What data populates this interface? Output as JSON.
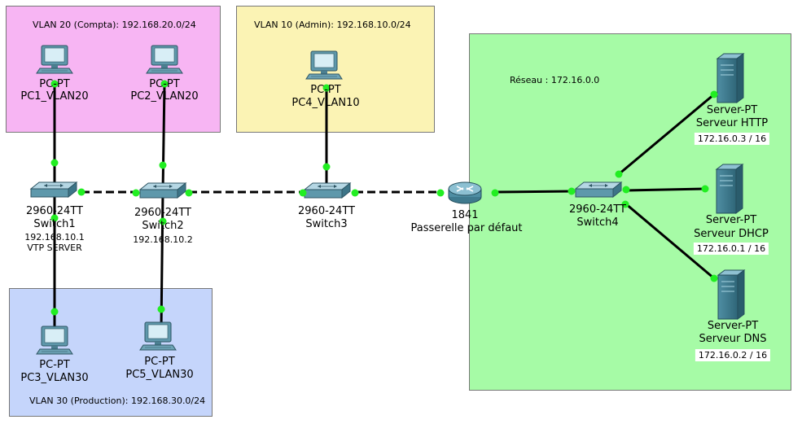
{
  "zones": {
    "vlan20": "VLAN 20 (Compta): 192.168.20.0/24",
    "vlan10": "VLAN 10 (Admin): 192.168.10.0/24",
    "vlan30": "VLAN 30 (Production): 192.168.30.0/24",
    "reseau": "Réseau : 172.16.0.0"
  },
  "colors": {
    "vlan20": "#f7b5f3",
    "vlan10": "#fbf3b4",
    "vlan30": "#c5d5fb",
    "reseau": "#a6fba6",
    "link_dot": "#22ee22",
    "link": "#000000"
  },
  "devices": {
    "pc1": {
      "type": "PC-PT",
      "name": "PC1_VLAN20"
    },
    "pc2": {
      "type": "PC-PT",
      "name": "PC2_VLAN20"
    },
    "pc4": {
      "type": "PC-PT",
      "name": "PC4_VLAN10"
    },
    "pc3": {
      "type": "PC-PT",
      "name": "PC3_VLAN30"
    },
    "pc5": {
      "type": "PC-PT",
      "name": "PC5_VLAN30"
    },
    "switch1": {
      "model": "2960-24TT",
      "name": "Switch1",
      "ip": "192.168.10.1",
      "role": "VTP SERVER"
    },
    "switch2": {
      "model": "2960-24TT",
      "name": "Switch2",
      "ip": "192.168.10.2"
    },
    "switch3": {
      "model": "2960-24TT",
      "name": "Switch3"
    },
    "switch4": {
      "model": "2960-24TT",
      "name": "Switch4"
    },
    "router": {
      "model": "1841",
      "name": "Passerelle par défaut"
    },
    "http": {
      "type": "Server-PT",
      "name": "Serveur HTTP",
      "ip": "172.16.0.3 / 16"
    },
    "dhcp": {
      "type": "Server-PT",
      "name": "Serveur DHCP",
      "ip": "172.16.0.1 / 16"
    },
    "dns": {
      "type": "Server-PT",
      "name": "Serveur DNS",
      "ip": "172.16.0.2 / 16"
    }
  }
}
